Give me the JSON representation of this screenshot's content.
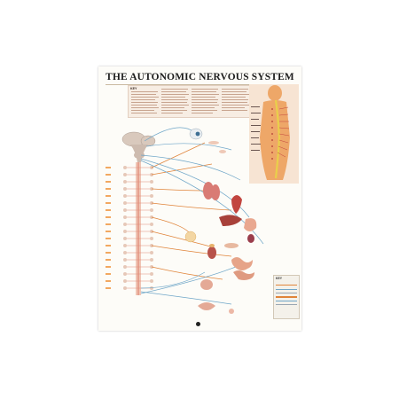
{
  "poster": {
    "title": "THE AUTONOMIC NERVOUS SYSTEM",
    "key_label": "KEY",
    "key_label_right": "KEY"
  },
  "colors": {
    "sympathetic": "#e0843a",
    "parasympathetic": "#6fa6c8",
    "spinal_cord": "#e9a98f",
    "organ_red": "#c2453f",
    "body_skin": "#eea768",
    "brain": "#d9c9bd"
  }
}
